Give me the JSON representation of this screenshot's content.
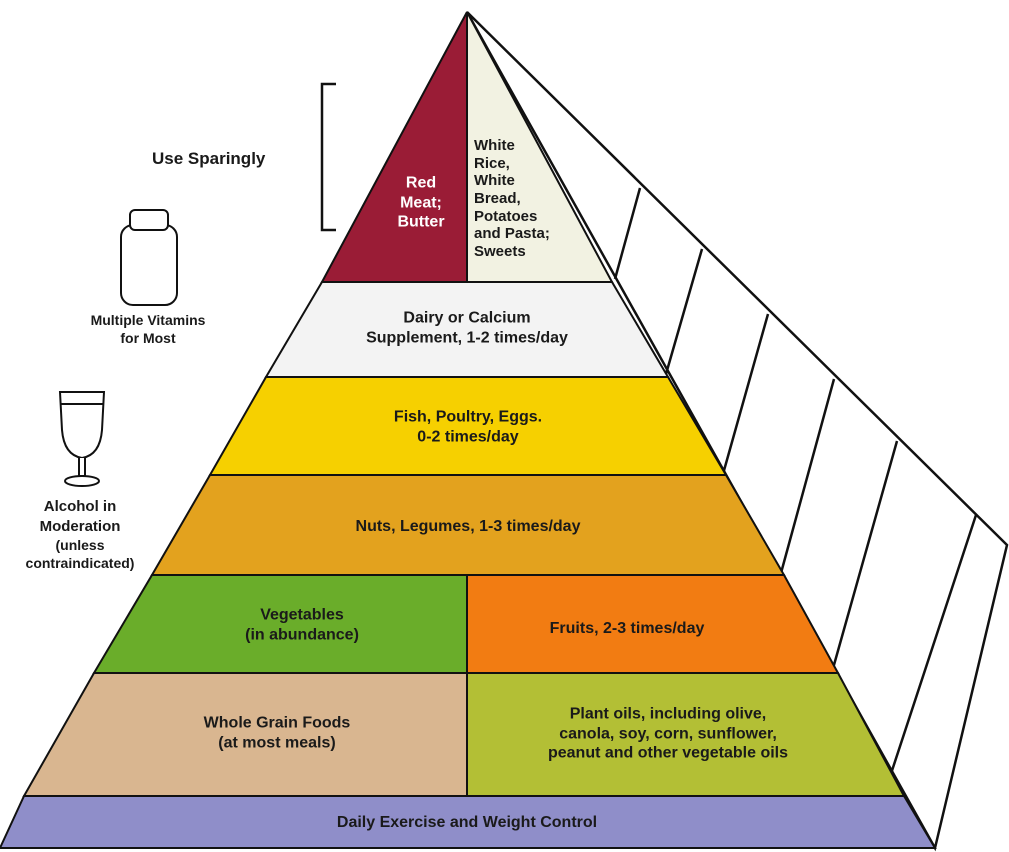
{
  "side_notes": {
    "use_sparingly": "Use Sparingly",
    "vitamins_line1": "Multiple Vitamins",
    "vitamins_line2": "for Most",
    "alcohol_line1": "Alcohol in",
    "alcohol_line2": "Moderation",
    "alcohol_line3": "(unless",
    "alcohol_line4": "contraindicated)"
  },
  "tiers": {
    "red_meat": [
      "Red",
      "Meat;",
      "Butter"
    ],
    "white_rice": [
      "White",
      "Rice,",
      "White",
      "Bread,",
      "Potatoes",
      "and Pasta;",
      "Sweets"
    ],
    "dairy": [
      "Dairy or Calcium",
      "Supplement, 1-2 times/day"
    ],
    "fish": [
      "Fish, Poultry, Eggs.",
      "0-2 times/day"
    ],
    "nuts": [
      "Nuts, Legumes, 1-3 times/day"
    ],
    "vegetables": [
      "Vegetables",
      "(in abundance)"
    ],
    "fruits": [
      "Fruits, 2-3 times/day"
    ],
    "whole_grain": [
      "Whole Grain Foods",
      "(at most meals)"
    ],
    "plant_oils": [
      "Plant oils, including olive,",
      "canola, soy, corn, sunflower,",
      "peanut and other vegetable oils"
    ],
    "exercise": [
      "Daily Exercise and Weight Control"
    ]
  },
  "colors": {
    "red_meat": "#9a1c36",
    "white_rice": "#f2f2e2",
    "dairy": "#f3f3f3",
    "fish": "#f6d000",
    "nuts": "#e3a21e",
    "vegetables": "#6aad2a",
    "fruits": "#f27c12",
    "whole_grain": "#d9b690",
    "plant_oils": "#b3bf35",
    "exercise": "#8f8ec9"
  }
}
